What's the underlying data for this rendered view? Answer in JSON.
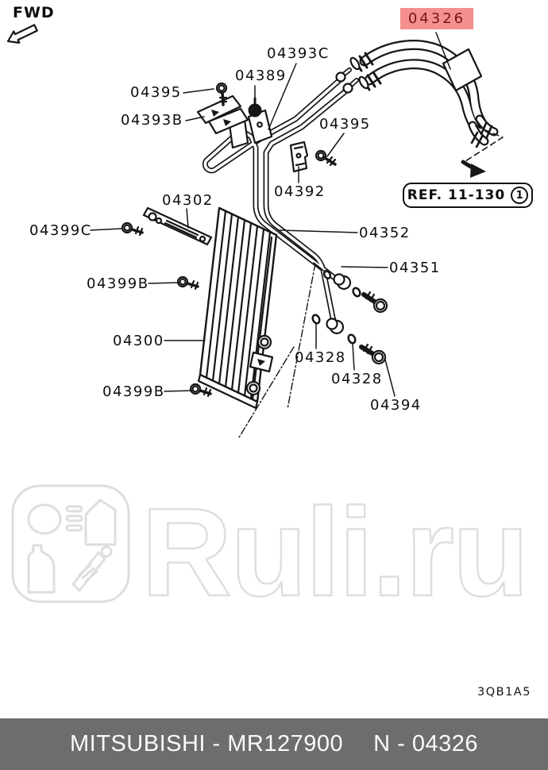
{
  "orientation": {
    "fwd": "FWD"
  },
  "labels": {
    "p04326": "04326",
    "p04393c": "04393C",
    "p04389": "04389",
    "p04395_top": "04395",
    "p04393b": "04393B",
    "p04395_right": "04395",
    "p04392": "04392",
    "p04302": "04302",
    "p04399c": "04399C",
    "p04352": "04352",
    "p04351": "04351",
    "p04399b_upper": "04399B",
    "p04300": "04300",
    "p04328_upper": "04328",
    "p04328_lower": "04328",
    "p04399b_lower": "04399B",
    "p04394": "04394"
  },
  "ref_box": {
    "label": "REF. 11-130",
    "badge": "1"
  },
  "drawing_code": "3QB1A5",
  "watermark": {
    "text": "Ruli.ru"
  },
  "colors": {
    "highlight_bg": "#f49090",
    "highlight_text": "#7c1214",
    "footer_bg": "#6d6d6d",
    "line_art": "#161616",
    "watermark_stroke": "#dedede"
  },
  "footer": {
    "brand_model": "MITSUBISHI - MR127900",
    "part_ref": "N - 04326"
  }
}
